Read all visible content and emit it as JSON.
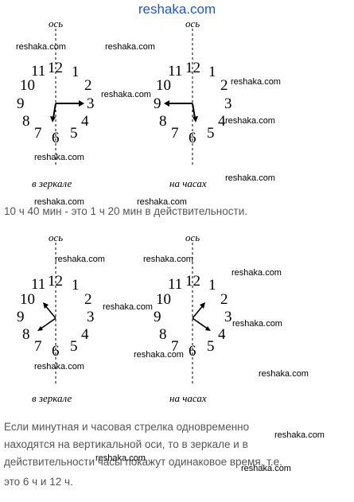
{
  "site_title": "reshaka.com",
  "watermark": "reshaka.com",
  "axis_label": "ось",
  "caption_mirror": "в зеркале",
  "caption_clock": "на часах",
  "paragraph1": "10 ч 40 мин - это 1 ч 20 мин в действительности.",
  "paragraph2": [
    "Если минутная и часовая стрелка одновременно",
    "находятся на вертикальной оси, то в зеркале и в",
    "действительности часы покажут одинаковое время, т.е.",
    "это 6 ч и 12 ч."
  ],
  "clock_numbers": [
    "12",
    "1",
    "2",
    "3",
    "4",
    "5",
    "6",
    "7",
    "8",
    "9",
    "10",
    "11"
  ]
}
